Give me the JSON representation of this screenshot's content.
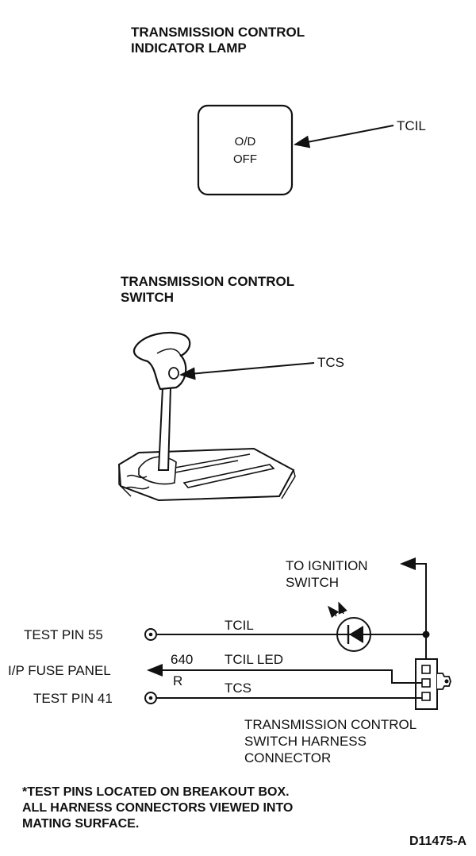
{
  "lamp_section": {
    "heading_line1": "TRANSMISSION CONTROL",
    "heading_line2": "INDICATOR LAMP",
    "lamp_text_line1": "O/D",
    "lamp_text_line2": "OFF",
    "callout": "TCIL"
  },
  "switch_section": {
    "heading_line1": "TRANSMISSION CONTROL",
    "heading_line2": "SWITCH",
    "callout": "TCS"
  },
  "schematic": {
    "ignition_line1": "TO IGNITION",
    "ignition_line2": "SWITCH",
    "test_pin_55": "TEST PIN 55",
    "fuse_panel": "I/P FUSE PANEL",
    "test_pin_41": "TEST PIN 41",
    "wire_tcil": "TCIL",
    "wire_number": "640",
    "wire_color": "R",
    "wire_tcil_led": "TCIL LED",
    "wire_tcs": "TCS",
    "connector_line1": "TRANSMISSION CONTROL",
    "connector_line2": "SWITCH HARNESS",
    "connector_line3": "CONNECTOR"
  },
  "footnote": {
    "line1": "*TEST PINS LOCATED ON BREAKOUT BOX.",
    "line2": "ALL HARNESS CONNECTORS VIEWED INTO",
    "line3": "MATING SURFACE."
  },
  "figure_id": "D11475-A"
}
